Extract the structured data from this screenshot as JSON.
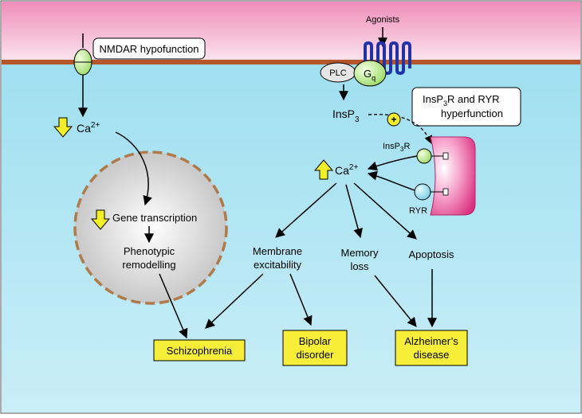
{
  "labels": {
    "agonists": "Agonists",
    "nmdar": "NMDAR hypofunction",
    "ca_left": "Ca",
    "ca_left_sup": "2+",
    "plc": "PLC",
    "gq": "G",
    "gq_sub": "q",
    "insp3": "InsP",
    "insp3_sub": "3",
    "insp3r_ryr_line1_a": "InsP",
    "insp3r_ryr_line1_sub": "3",
    "insp3r_ryr_line1_b": "R   and RYR",
    "insp3r_ryr_line2": "hyperfunction",
    "plus": "+",
    "insp3r_a": "InsP",
    "insp3r_sub": "3",
    "insp3r_b": "R",
    "ryr": "RYR",
    "ca_right": "Ca",
    "ca_right_sup": "2+",
    "gene_transcription": "Gene transcription",
    "phenotypic_1": "Phenotypic",
    "phenotypic_2": "remodelling",
    "membrane_1": "Membrane",
    "membrane_2": "excitability",
    "memory_1": "Memory",
    "memory_2": "loss",
    "apoptosis": "Apoptosis"
  },
  "outcomes": {
    "schizophrenia": "Schizophrenia",
    "bipolar_1": "Bipolar",
    "bipolar_2": "disorder",
    "alzheimers_1": "Alzheimer’s",
    "alzheimers_2": "disease"
  },
  "colors": {
    "extracellular": "#f3a3c4",
    "membrane": "#b5562c",
    "cytoplasm": "#a6e1ef",
    "outcome_box": "#f7ee3a",
    "up_down_arrow": "#f2ee2a",
    "er_store": "#e64a95",
    "receptor_blue": "#2233a8",
    "gq_green": "#cfee9a",
    "nucleus_border": "#b07a4a",
    "ryr_blue": "#9fe0f0",
    "insp3r_green": "#7fe07a"
  }
}
